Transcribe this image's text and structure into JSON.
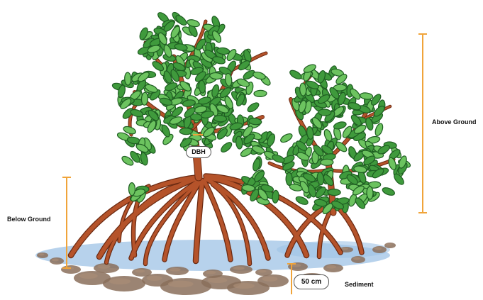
{
  "labels": {
    "above_ground": "Above Ground",
    "below_ground": "Below Ground",
    "sediment": "Sediment",
    "dbh": "DBH",
    "depth": "50 cm"
  },
  "colors": {
    "leaf": "#3f9a3c",
    "leaf_dark": "#1f5e22",
    "leaf_light": "#6cc35f",
    "branch": "#b5532a",
    "branch_dark": "#6b2a12",
    "measure_line": "#f0a43a",
    "water": "#9fc3e6",
    "stone": "#8a6f5a"
  },
  "icons": [
    "mangrove-tree-illustration",
    "measure-bracket"
  ]
}
